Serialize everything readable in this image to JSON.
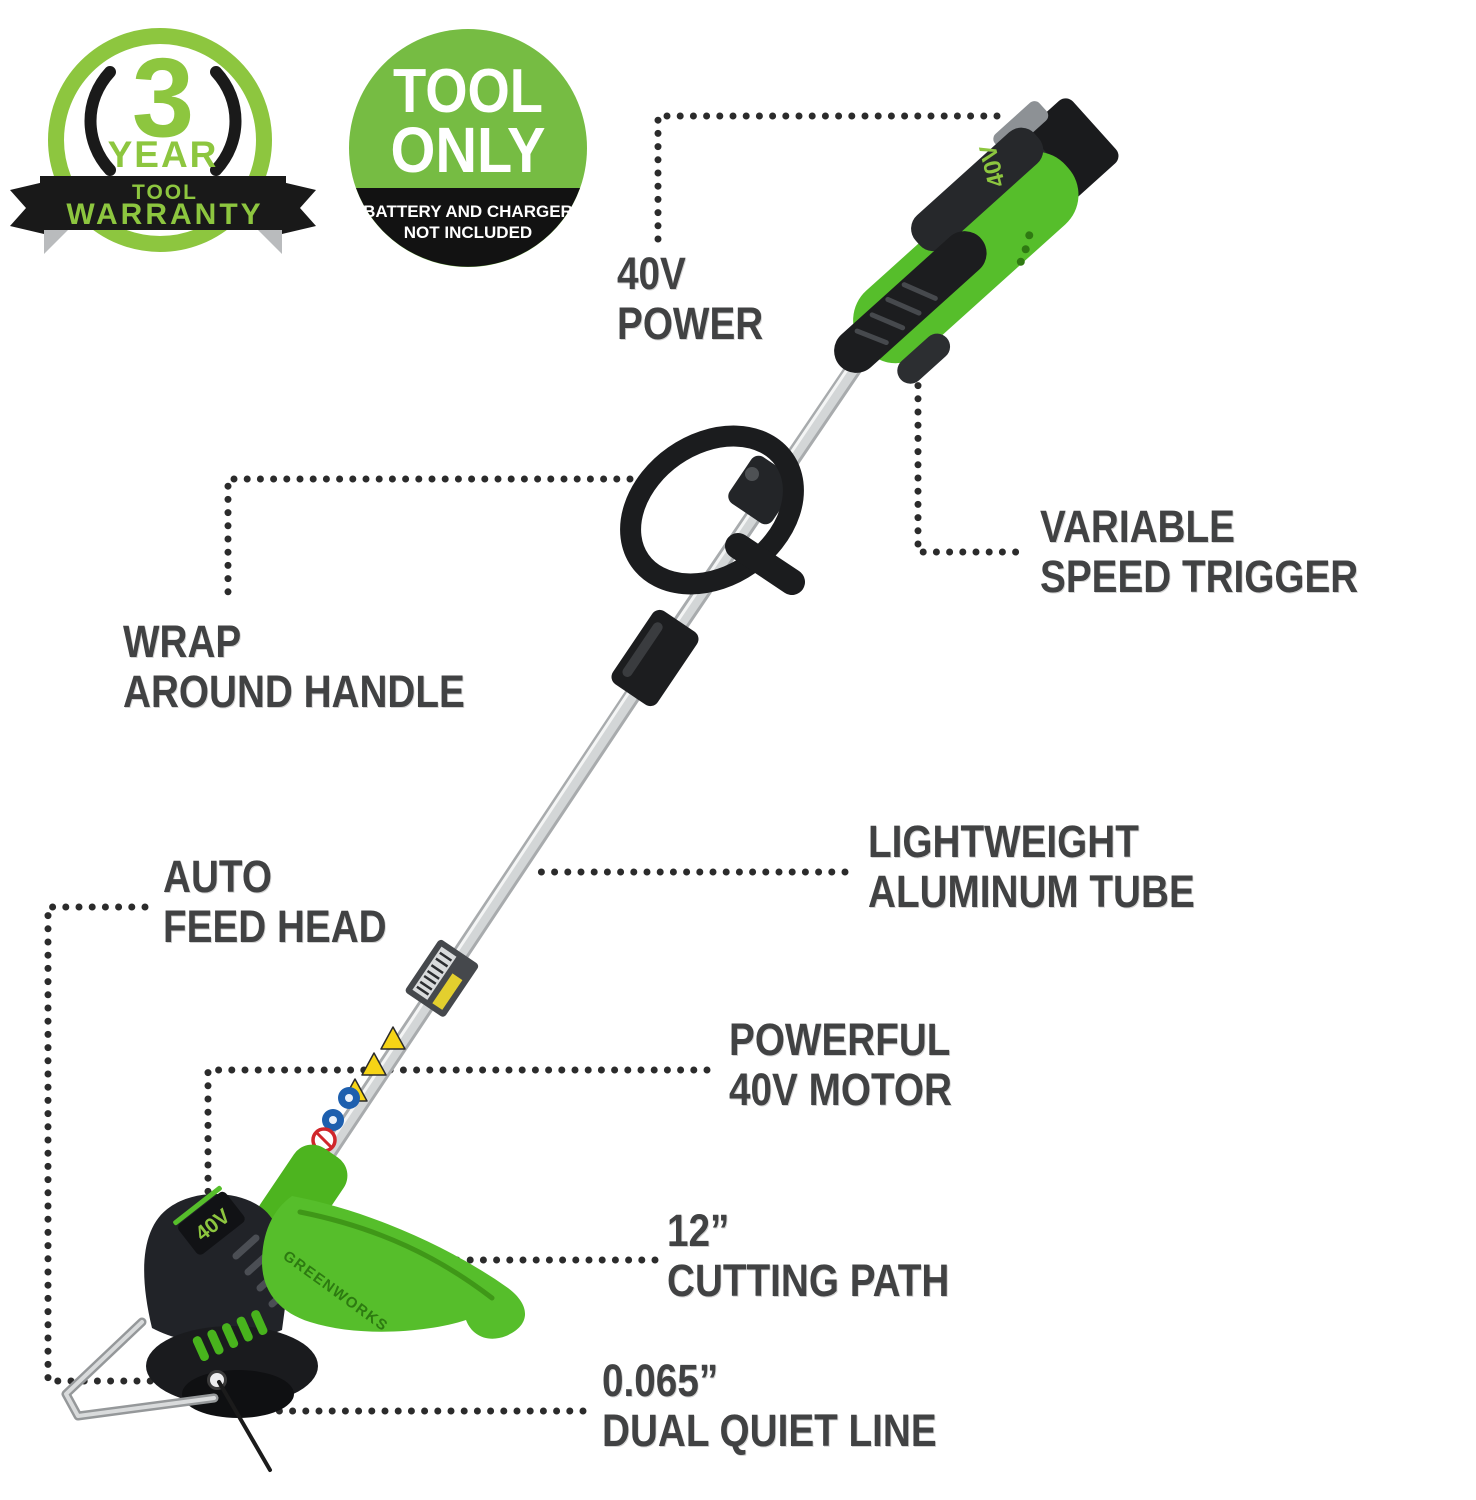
{
  "badges": {
    "warranty": {
      "number": "3",
      "year": "YEAR",
      "banner_line1": "TOOL",
      "banner_line2": "WARRANTY"
    },
    "tool_only": {
      "line1": "TOOL",
      "line2": "ONLY",
      "note_line1": "BATTERY AND CHARGER",
      "note_line2": "NOT INCLUDED"
    }
  },
  "callouts": {
    "power": {
      "lines": [
        "40V",
        "POWER"
      ]
    },
    "trigger": {
      "lines": [
        "VARIABLE",
        "SPEED TRIGGER"
      ]
    },
    "handle": {
      "lines": [
        "WRAP",
        "AROUND HANDLE"
      ]
    },
    "tube": {
      "lines": [
        "LIGHTWEIGHT",
        "ALUMINUM TUBE"
      ]
    },
    "autofeed": {
      "lines": [
        "AUTO",
        "FEED HEAD"
      ]
    },
    "motor": {
      "lines": [
        "POWERFUL",
        "40V MOTOR"
      ]
    },
    "cutting": {
      "lines": [
        "12”",
        "CUTTING PATH"
      ]
    },
    "line": {
      "lines": [
        "0.065”",
        "DUAL QUIET LINE"
      ]
    }
  },
  "product": {
    "battery_label": "40V",
    "head_label": "40V",
    "guard_label": "GREENWORKS"
  },
  "colors": {
    "brand_green": "#8dc63f",
    "badge_green": "#76bc43",
    "body_green": "#56be2b",
    "label_gray": "#414243",
    "dot_black": "#2b2b2b"
  }
}
